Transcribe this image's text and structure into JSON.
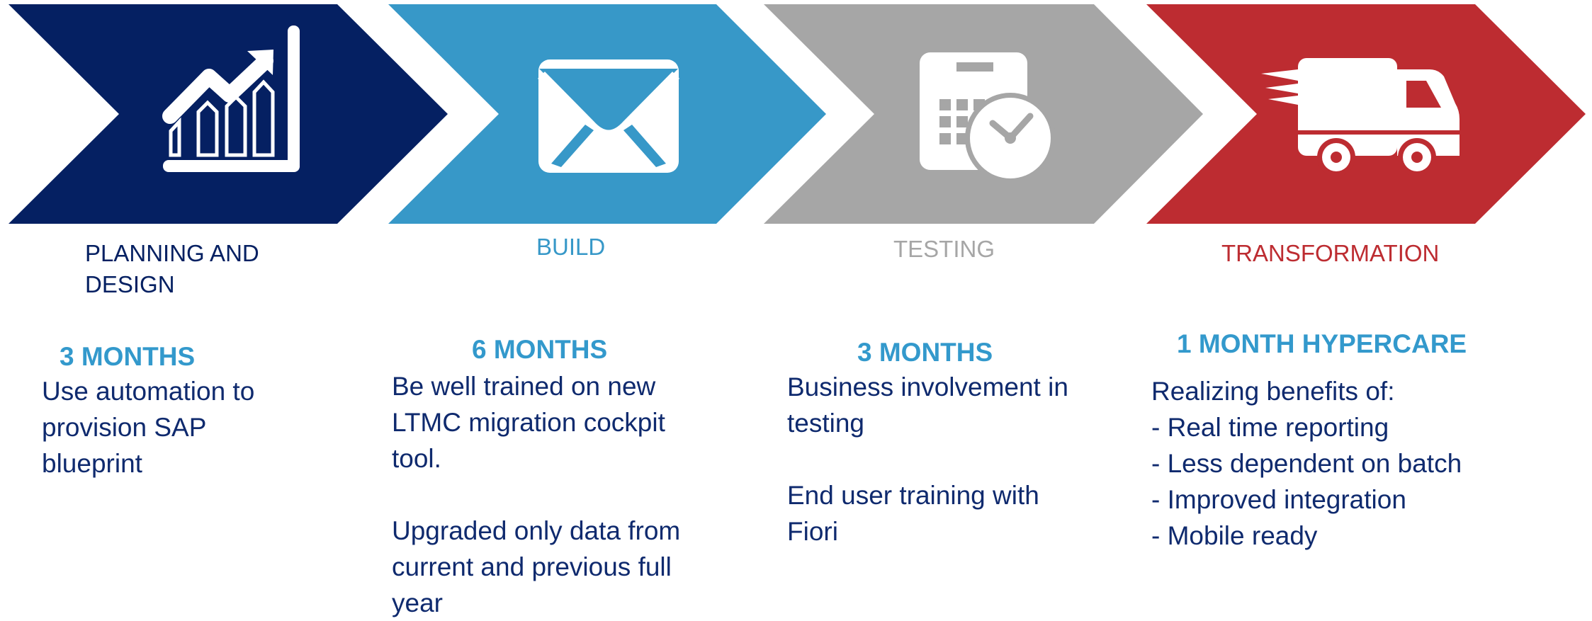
{
  "colors": {
    "phase1": "#052062",
    "phase2": "#3798c8",
    "phase3": "#a6a6a6",
    "phase4": "#bd2c31",
    "duration": "#3399cc",
    "body_text": "#0f2a6e"
  },
  "phases": [
    {
      "icon": "growth-chart-icon",
      "title_lines": [
        "PLANNING AND",
        "DESIGN"
      ],
      "duration": "3 MONTHS",
      "lines": [
        "Use automation to",
        "provision SAP",
        "blueprint"
      ]
    },
    {
      "icon": "envelope-icon",
      "title_lines": [
        "BUILD"
      ],
      "duration": "6 MONTHS",
      "lines": [
        "Be well trained on new",
        "LTMC migration cockpit",
        "tool.",
        "",
        "Upgraded only data from",
        "current and previous full",
        "year"
      ]
    },
    {
      "icon": "calendar-clock-icon",
      "title_lines": [
        "TESTING"
      ],
      "duration": "3 MONTHS",
      "lines": [
        "Business involvement in",
        "testing",
        "",
        "End user training with",
        "Fiori"
      ]
    },
    {
      "icon": "delivery-truck-icon",
      "title_lines": [
        "TRANSFORMATION"
      ],
      "duration": "1 MONTH HYPERCARE",
      "lines": [
        "Realizing benefits of:",
        "- Real time reporting",
        "- Less dependent on batch",
        "- Improved integration",
        "- Mobile ready"
      ]
    }
  ]
}
